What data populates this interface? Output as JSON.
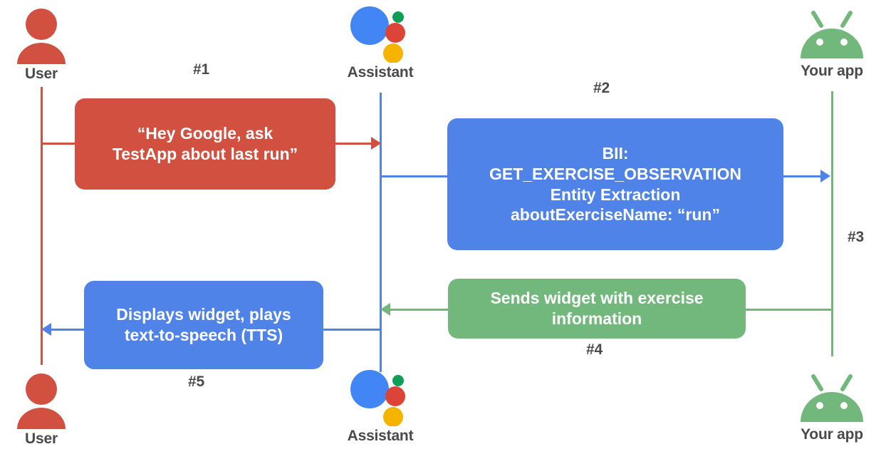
{
  "diagram": {
    "title": "Google Assistant App Action sequence diagram",
    "type": "sequence-diagram"
  },
  "colors": {
    "red": "#D2503F",
    "blue": "#5083E8",
    "green": "#72B87C",
    "assistant_blue": "#4285F4",
    "assistant_red": "#DB4437",
    "assistant_yellow": "#F4B400",
    "assistant_green": "#0F9D58",
    "label_gray": "#4a4a4a",
    "background": "#ffffff"
  },
  "actors": {
    "top": [
      {
        "name": "user",
        "label": "User",
        "icon": "person-icon"
      },
      {
        "name": "assistant",
        "label": "Assistant",
        "icon": "google-assistant-icon"
      },
      {
        "name": "app",
        "label": "Your app",
        "icon": "android-robot-icon"
      }
    ],
    "bottom": [
      {
        "name": "user",
        "label": "User",
        "icon": "person-icon"
      },
      {
        "name": "assistant",
        "label": "Assistant",
        "icon": "google-assistant-icon"
      },
      {
        "name": "app",
        "label": "Your app",
        "icon": "android-robot-icon"
      }
    ]
  },
  "messages": [
    {
      "step": "#1",
      "color": "red",
      "from": "user",
      "to": "assistant",
      "lines": [
        "“Hey Google, ask",
        "TestApp about last run”"
      ]
    },
    {
      "step": "#2",
      "color": "blue",
      "from": "assistant",
      "to": "app",
      "lines": [
        "BII:",
        "GET_EXERCISE_OBSERVATION",
        "Entity Extraction",
        "aboutExerciseName: “run”"
      ]
    },
    {
      "step": "#3",
      "color": "green",
      "from": "app",
      "to": "app",
      "lines": []
    },
    {
      "step": "#4",
      "color": "green",
      "from": "app",
      "to": "assistant",
      "lines": [
        "Sends widget with exercise",
        "information"
      ]
    },
    {
      "step": "#5",
      "color": "blue",
      "from": "assistant",
      "to": "user",
      "lines": [
        "Displays widget, plays",
        "text-to-speech (TTS)"
      ]
    }
  ],
  "steps": {
    "s1": "#1",
    "s2": "#2",
    "s3": "#3",
    "s4": "#4",
    "s5": "#5"
  },
  "box1": {
    "l1": "“Hey Google, ask",
    "l2": "TestApp about last run”"
  },
  "box2": {
    "l1": "BII:",
    "l2": "GET_EXERCISE_OBSERVATION",
    "l3": "Entity Extraction",
    "l4": "aboutExerciseName: “run”"
  },
  "box4": {
    "l1": "Sends widget with exercise",
    "l2": "information"
  },
  "box5": {
    "l1": "Displays widget, plays",
    "l2": "text-to-speech (TTS)"
  },
  "labels": {
    "user_top": "User",
    "assistant_top": "Assistant",
    "app_top": "Your app",
    "user_bottom": "User",
    "assistant_bottom": "Assistant",
    "app_bottom": "Your app"
  }
}
